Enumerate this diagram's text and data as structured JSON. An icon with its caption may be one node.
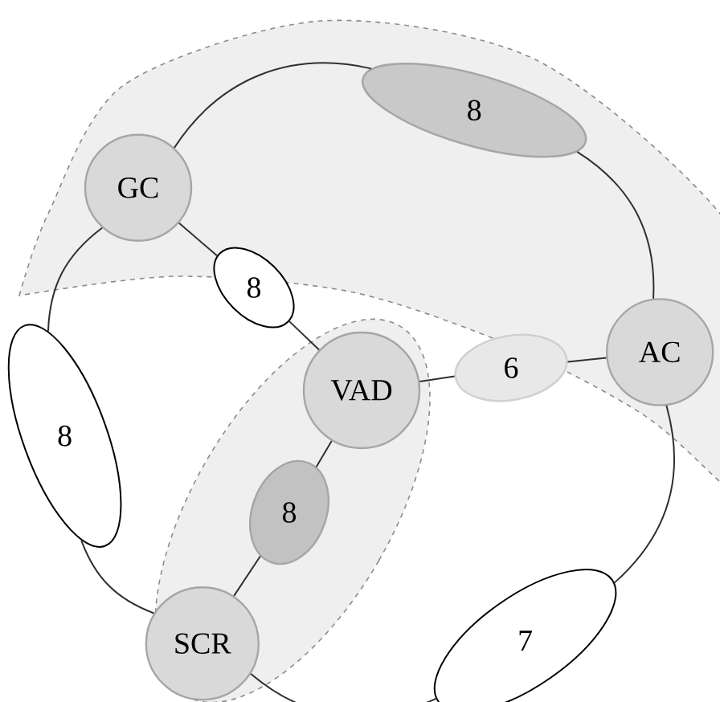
{
  "diagram": {
    "nodes": [
      {
        "text": [
          "GC"
        ]
      },
      {
        "text": [
          "8"
        ]
      },
      {
        "text": [
          "8"
        ]
      },
      {
        "text": [
          "AC"
        ]
      },
      {
        "text": [
          "VAD"
        ]
      },
      {
        "text": [
          "6"
        ]
      },
      {
        "text": [
          "8"
        ]
      },
      {
        "text": [
          "8"
        ]
      },
      {
        "text": [
          "SCR"
        ]
      },
      {
        "text": [
          "7"
        ]
      }
    ],
    "edges": [
      {
        "from": 0,
        "to": 1,
        "arrow": "none"
      },
      {
        "from": 1,
        "to": 3,
        "arrow": "none"
      },
      {
        "from": 3,
        "to": 9,
        "arrow": "none"
      },
      {
        "from": 9,
        "to": 8,
        "arrow": "none"
      },
      {
        "from": 8,
        "to": 6,
        "arrow": "none"
      },
      {
        "from": 6,
        "to": 0,
        "arrow": "none"
      },
      {
        "from": 0,
        "to": 2,
        "arrow": "none"
      },
      {
        "from": 2,
        "to": 4,
        "arrow": "none"
      },
      {
        "from": 4,
        "to": 5,
        "arrow": "none"
      },
      {
        "from": 5,
        "to": 3,
        "arrow": "none"
      },
      {
        "from": 4,
        "to": 7,
        "arrow": "none"
      },
      {
        "from": 7,
        "to": 8,
        "arrow": "none"
      }
    ]
  }
}
